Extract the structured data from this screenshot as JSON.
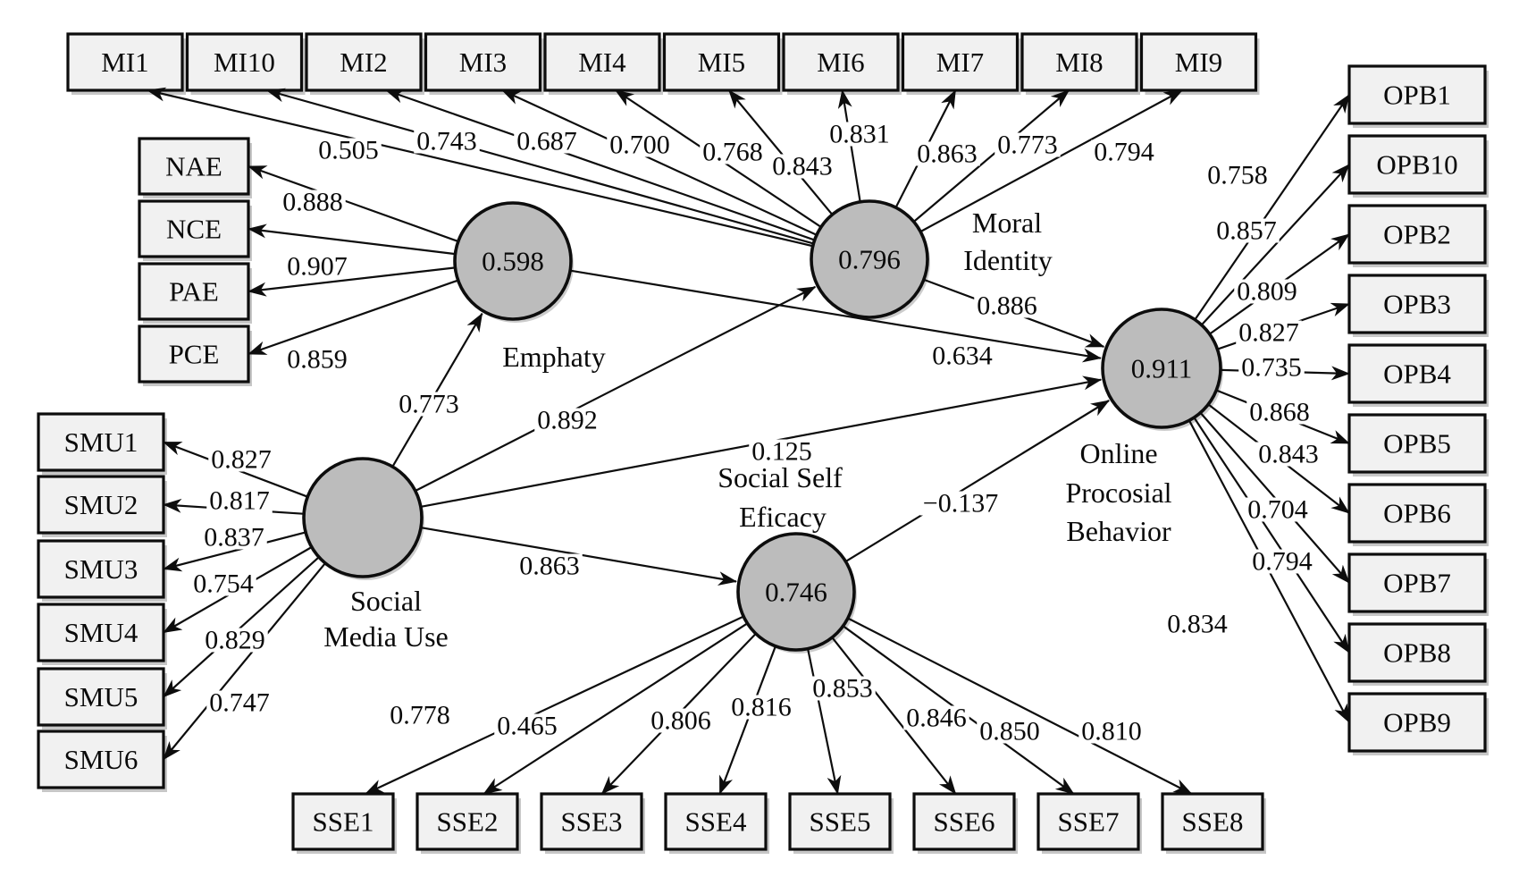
{
  "figure": {
    "type": "sem-path-diagram",
    "latents": [
      {
        "id": "EMP",
        "value": "0.598",
        "name_lines": [
          "Emphaty"
        ]
      },
      {
        "id": "MI",
        "value": "0.796",
        "name_lines": [
          "Moral",
          "Identity"
        ]
      },
      {
        "id": "OPB",
        "value": "0.911",
        "name_lines": [
          "Online",
          "Procosial",
          "Behavior"
        ]
      },
      {
        "id": "SMU",
        "value": "",
        "name_lines": [
          "Social",
          "Media Use"
        ]
      },
      {
        "id": "SSE",
        "value": "0.746",
        "name_lines": [
          "Social Self",
          "Eficacy"
        ]
      }
    ],
    "indicators": {
      "MI": [
        "MI1",
        "MI10",
        "MI2",
        "MI3",
        "MI4",
        "MI5",
        "MI6",
        "MI7",
        "MI8",
        "MI9"
      ],
      "EMP": [
        "NAE",
        "NCE",
        "PAE",
        "PCE"
      ],
      "SMU": [
        "SMU1",
        "SMU2",
        "SMU3",
        "SMU4",
        "SMU5",
        "SMU6"
      ],
      "OPB": [
        "OPB1",
        "OPB10",
        "OPB2",
        "OPB3",
        "OPB4",
        "OPB5",
        "OPB6",
        "OPB7",
        "OPB8",
        "OPB9"
      ],
      "SSE": [
        "SSE1",
        "SSE2",
        "SSE3",
        "SSE4",
        "SSE5",
        "SSE6",
        "SSE7",
        "SSE8"
      ]
    },
    "loadings": [
      {
        "from": "MI",
        "to": "MI1",
        "value": "0.505"
      },
      {
        "from": "MI",
        "to": "MI10",
        "value": "0.743"
      },
      {
        "from": "MI",
        "to": "MI2",
        "value": "0.687"
      },
      {
        "from": "MI",
        "to": "MI3",
        "value": "0.700"
      },
      {
        "from": "MI",
        "to": "MI4",
        "value": "0.768"
      },
      {
        "from": "MI",
        "to": "MI5",
        "value": "0.843"
      },
      {
        "from": "MI",
        "to": "MI6",
        "value": "0.831"
      },
      {
        "from": "MI",
        "to": "MI7",
        "value": "0.863"
      },
      {
        "from": "MI",
        "to": "MI8",
        "value": "0.773"
      },
      {
        "from": "MI",
        "to": "MI9",
        "value": "0.794"
      },
      {
        "from": "EMP",
        "to": "NAE",
        "value": "0.888"
      },
      {
        "from": "EMP",
        "to": "NCE",
        "value": "0.907"
      },
      {
        "from": "EMP",
        "to": "PAE",
        "value": ""
      },
      {
        "from": "EMP",
        "to": "PCE",
        "value": "0.859"
      },
      {
        "from": "SMU",
        "to": "SMU1",
        "value": "0.827"
      },
      {
        "from": "SMU",
        "to": "SMU2",
        "value": "0.817"
      },
      {
        "from": "SMU",
        "to": "SMU3",
        "value": "0.837"
      },
      {
        "from": "SMU",
        "to": "SMU4",
        "value": "0.754"
      },
      {
        "from": "SMU",
        "to": "SMU5",
        "value": "0.829"
      },
      {
        "from": "SMU",
        "to": "SMU6",
        "value": "0.747"
      },
      {
        "from": "OPB",
        "to": "OPB1",
        "value": "0.758"
      },
      {
        "from": "OPB",
        "to": "OPB10",
        "value": "0.857"
      },
      {
        "from": "OPB",
        "to": "OPB2",
        "value": "0.809"
      },
      {
        "from": "OPB",
        "to": "OPB3",
        "value": "0.827"
      },
      {
        "from": "OPB",
        "to": "OPB4",
        "value": "0.735"
      },
      {
        "from": "OPB",
        "to": "OPB5",
        "value": "0.868"
      },
      {
        "from": "OPB",
        "to": "OPB6",
        "value": "0.843"
      },
      {
        "from": "OPB",
        "to": "OPB7",
        "value": "0.704"
      },
      {
        "from": "OPB",
        "to": "OPB8",
        "value": "0.794"
      },
      {
        "from": "OPB",
        "to": "OPB9",
        "value": "0.834"
      },
      {
        "from": "SSE",
        "to": "SSE1",
        "value": "0.778"
      },
      {
        "from": "SSE",
        "to": "SSE2",
        "value": "0.465"
      },
      {
        "from": "SSE",
        "to": "SSE3",
        "value": "0.806"
      },
      {
        "from": "SSE",
        "to": "SSE4",
        "value": "0.816"
      },
      {
        "from": "SSE",
        "to": "SSE5",
        "value": "0.853"
      },
      {
        "from": "SSE",
        "to": "SSE6",
        "value": "0.846"
      },
      {
        "from": "SSE",
        "to": "SSE7",
        "value": "0.850"
      },
      {
        "from": "SSE",
        "to": "SSE8",
        "value": "0.810"
      }
    ],
    "paths": [
      {
        "from": "SMU",
        "to": "EMP",
        "value": "0.773"
      },
      {
        "from": "SMU",
        "to": "MI",
        "value": "0.892"
      },
      {
        "from": "SMU",
        "to": "SSE",
        "value": "0.863"
      },
      {
        "from": "SMU",
        "to": "OPB",
        "value": "0.125"
      },
      {
        "from": "EMP",
        "to": "OPB",
        "value": "0.634"
      },
      {
        "from": "MI",
        "to": "OPB",
        "value": "0.886"
      },
      {
        "from": "SSE",
        "to": "OPB",
        "value": "−0.137"
      }
    ],
    "colors": {
      "background": "#ffffff",
      "circle_fill": "#bcbcbc",
      "box_fill": "#f1f1f1",
      "stroke": "#0d0d0d",
      "shadow": "#8f8f8f"
    }
  }
}
